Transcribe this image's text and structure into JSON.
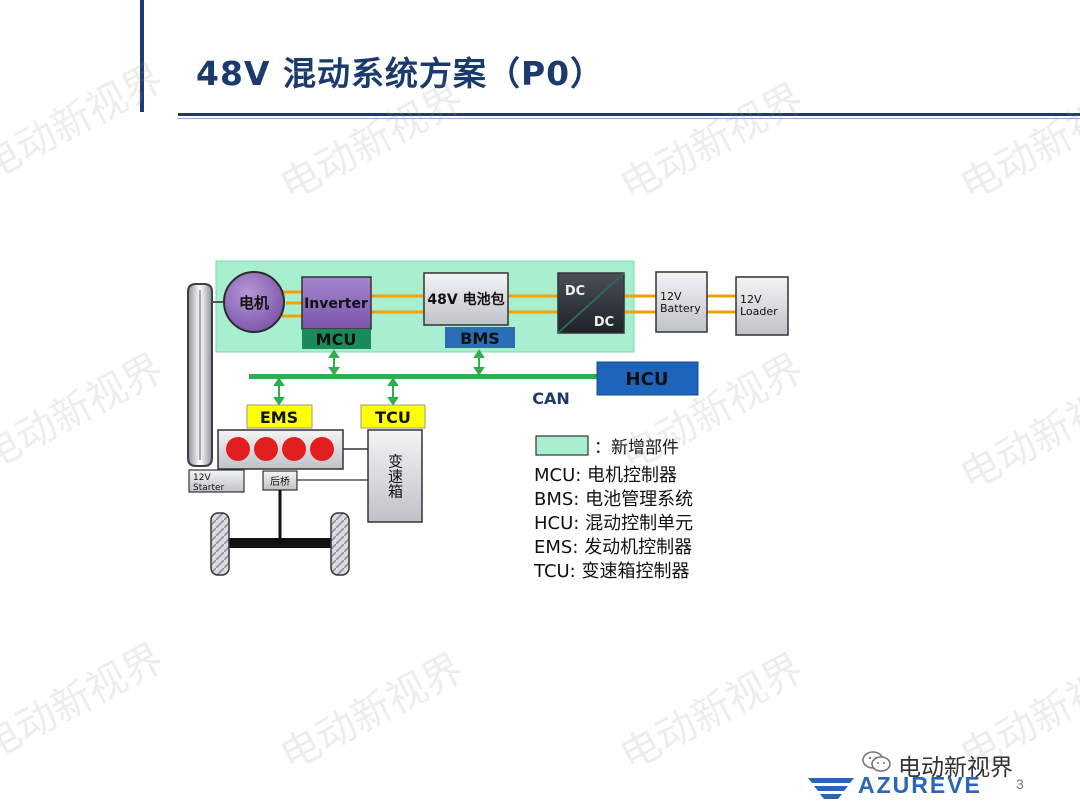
{
  "slide": {
    "title": "48V 混动系统方案（P0）",
    "page_number": "3"
  },
  "watermark": {
    "text": "电动新视界"
  },
  "diagram": {
    "motor_label": "电机",
    "inverter_label": "Inverter",
    "mcu_label": "MCU",
    "battery_pack_label": "48V 电池包",
    "bms_label": "BMS",
    "dcdc_top_label": "DC",
    "dcdc_bottom_label": "DC",
    "battery_12v_line1": "12V",
    "battery_12v_line2": "Battery",
    "loader_12v_line1": "12V",
    "loader_12v_line2": "Loader",
    "hcu_label": "HCU",
    "can_label": "CAN",
    "ems_label": "EMS",
    "tcu_label": "TCU",
    "gearbox_label": "变速箱",
    "starter_line1": "12V",
    "starter_line2": "Starter",
    "rear_axle_label": "后桥"
  },
  "legend": {
    "new_part": "：新增部件",
    "items": [
      "MCU: 电机控制器",
      "BMS: 电池管理系统",
      "HCU: 混动控制单元",
      "EMS: 发动机控制器",
      "TCU: 变速箱控制器"
    ]
  },
  "footer": {
    "wechat_label": "电动新视界",
    "brand": "AZUREVE"
  },
  "colors": {
    "new_part_green": "#a8efcf",
    "mcu_green": "#1a8a5a",
    "bms_blue": "#2a6fb5",
    "hcu_blue": "#1e64ba",
    "can_bus": "#2db04b",
    "ems_tcu_yellow": "#ffff00",
    "cylinder_red": "#e31e1e",
    "inverter_purple": "#8a64b4",
    "motor_purple": "#8a64b4",
    "title_navy": "#1b3a6e",
    "brand_blue": "#2a66b7"
  }
}
